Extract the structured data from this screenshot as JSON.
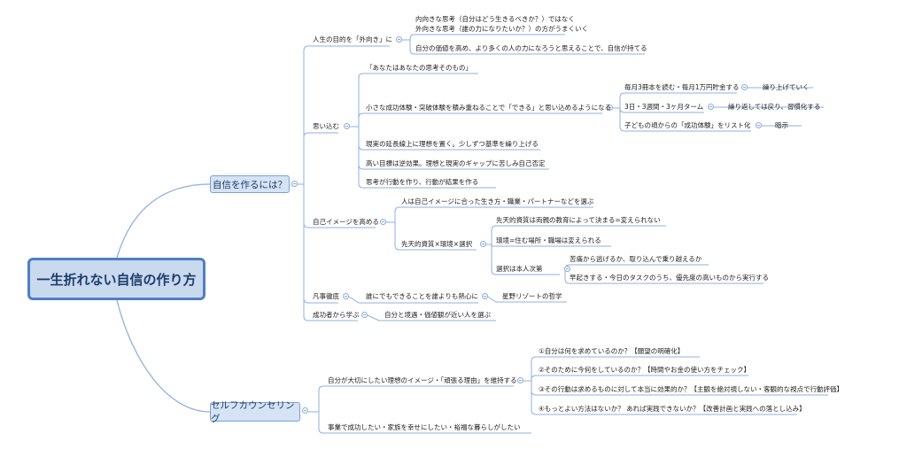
{
  "root": {
    "title": "一生折れない自信の作り方"
  },
  "branches": {
    "b1": "自信を作るには？",
    "b2": "セルフカウンセリング"
  },
  "nodes": {
    "purpose": "人生の目的を「外向き」に",
    "purpose_a1": "内向きな思考（自分はどう生きるべきか？）ではなく",
    "purpose_a2": "外向きな思考（誰の力になりたいか？）の方がうまくいく",
    "purpose_b": "自分の価値を高め、より多くの人の力になろうと思えることで、自信が持てる",
    "omoikomi": "思い込む",
    "om_1": "「あなたはあなたの思考そのもの」",
    "om_2": "小さな成功体験・突破体験を積み重ねることで「できる」と思い込めるようになる",
    "om_2a": "毎月3冊本を読む・毎月1万円貯金する",
    "om_2a1": "繰り上げていく",
    "om_2b": "3日・3週間・3ヶ月ターム",
    "om_2b1": "繰り返しては戻り、習慣化する",
    "om_2c": "子どもの頃からの「成功体験」をリスト化",
    "om_2c1": "暗示",
    "om_3": "現実の延長線上に理想を置く。少しずつ基準を繰り上げる",
    "om_4": "高い目標は逆効果。理想と現実のギャップに苦しみ自己否定",
    "om_5": "思考が行動を作り、行動が結果を作る",
    "self_image": "自己イメージを高める",
    "si_1": "人は自己イメージに合った生き方・職業・パートナーなどを選ぶ",
    "si_2": "先天的資質×環境×選択",
    "si_2a": "先天的資質は両親の教育によって決まる=変えられない",
    "si_2b": "環境=住む場所・職場は変えられる",
    "si_2c": "選択は本人次第",
    "si_2c1": "苦痛から逃げるか、取り込んで乗り越えるか",
    "si_2c2": "早起きする・今日のタスクのうち、優先度の高いものから実行する",
    "bonji": "凡事徹底",
    "bonji_1": "誰にでもできることを誰よりも熱心に",
    "bonji_1a": "星野リゾートの哲学",
    "seikou": "成功者から学ぶ",
    "seikou_1": "自分と境遇・価値観が近い人を選ぶ",
    "sc_1": "自分が大切にしたい理想のイメージ・「頑張る理由」を維持する",
    "sc_1a": "①自分は何を求めているのか？【願望の明確化】",
    "sc_1b": "②そのために今何をしているのか？【時間やお金の使い方をチェック】",
    "sc_1c": "③その行動は求めるものに対して本当に効果的か？【主観を絶対視しない・客観的な視点で行動評価】",
    "sc_1d": "④もっとよい方法はないか？ あれば実践できないか？【改善計画と実践への落とし込み】",
    "sc_2": "事業で成功したい・家族を幸せにしたい・裕福な暮らしがしたい"
  },
  "colors": {
    "line": "#8fb0df",
    "root_fill": "#c9d9ee",
    "root_border": "#4f7fc4",
    "branch_fill": "#d5e3f4",
    "text": "#222222"
  }
}
